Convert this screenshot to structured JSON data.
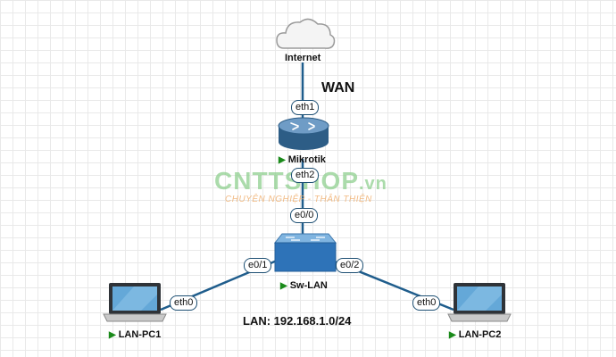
{
  "diagram": {
    "wan_label": "WAN",
    "lan_label": "LAN: 192.168.1.0/24",
    "nodes": {
      "internet": {
        "label": "Internet",
        "icon": "cloud-icon"
      },
      "mikrotik": {
        "label": "Mikrotik",
        "icon": "router-icon"
      },
      "switch": {
        "label": "Sw-LAN",
        "icon": "switch-icon"
      },
      "pc1": {
        "label": "LAN-PC1",
        "icon": "laptop-icon"
      },
      "pc2": {
        "label": "LAN-PC2",
        "icon": "laptop-icon"
      }
    },
    "ports": {
      "mikrotik_eth1": "eth1",
      "mikrotik_eth2": "eth2",
      "switch_e00": "e0/0",
      "switch_e01": "e0/1",
      "switch_e02": "e0/2",
      "pc1_eth0": "eth0",
      "pc2_eth0": "eth0"
    },
    "link_color": "#1f5d8c"
  },
  "watermark": {
    "brand": "CNTTSHOP",
    "tld": ".vn",
    "tagline": "CHUYÊN NGHIỆP - THÂN THIỆN"
  }
}
